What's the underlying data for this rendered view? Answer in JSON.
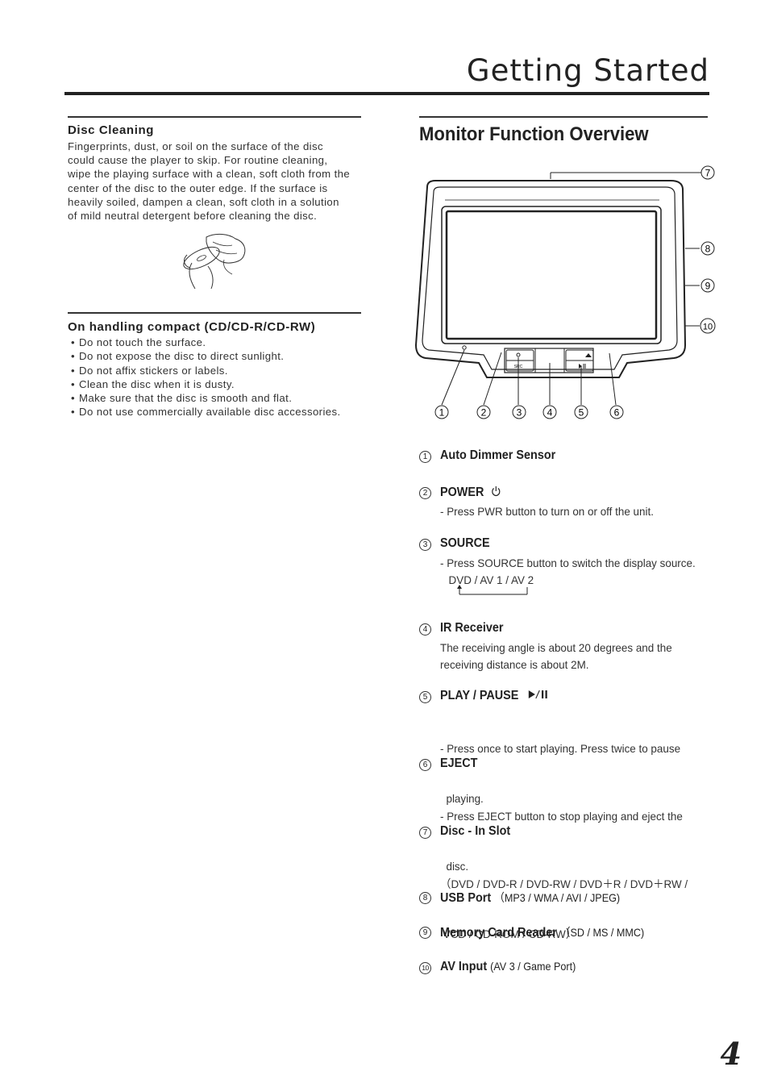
{
  "header": {
    "title": "Getting Started"
  },
  "disc_cleaning": {
    "title": "Disc Cleaning",
    "lines": [
      "Fingerprints, dust, or soil on the surface of the disc",
      "could cause the player to skip. For routine cleaning,",
      "wipe the playing surface with a clean, soft cloth from the",
      "center of the disc to the outer edge. If the surface is",
      "heavily soiled, dampen a clean, soft cloth in a solution",
      "of mild neutral detergent before cleaning the disc."
    ]
  },
  "handling": {
    "title": "On handling compact (CD/CD-R/CD-RW)",
    "bullets": [
      "Do not touch the surface.",
      "Do not expose the disc to direct sunlight.",
      "Do not affix stickers or labels.",
      "Clean the disc when it is dusty.",
      "Make sure that the disc is smooth and flat.",
      "Do not use commercially available disc accessories."
    ]
  },
  "overview": {
    "title": "Monitor Function Overview",
    "diagram": {
      "callouts": [
        "1",
        "2",
        "3",
        "4",
        "5",
        "6",
        "7",
        "8",
        "9",
        "10"
      ],
      "src_label": "SRC"
    },
    "items": [
      {
        "num": "1",
        "title": "Auto Dimmer Sensor"
      },
      {
        "num": "2",
        "title": "POWER",
        "desc": "- Press PWR button to turn on or off the unit."
      },
      {
        "num": "3",
        "title": "SOURCE",
        "desc": "- Press SOURCE button to switch the display source.",
        "cycle": "DVD / AV 1 / AV 2"
      },
      {
        "num": "4",
        "title": "IR Receiver",
        "desc_lines": [
          "The receiving angle is about 20 degrees and the",
          "receiving distance is about 2M."
        ]
      },
      {
        "num": "5",
        "title": "PLAY / PAUSE",
        "desc_lines": [
          "- Press once to start playing. Press twice to pause",
          "  playing."
        ]
      },
      {
        "num": "6",
        "title": "EJECT",
        "desc_lines": [
          "- Press EJECT button to stop playing and eject the",
          "  disc."
        ]
      },
      {
        "num": "7",
        "title": "Disc - In Slot",
        "desc_lines": [
          "（DVD / DVD-R / DVD-RW / DVD＋R / DVD＋RW /",
          " VCD / CD-ROM / CD-RW）"
        ]
      },
      {
        "num": "8",
        "title": "USB Port",
        "note": "（MP3 / WMA / AVI / JPEG)"
      },
      {
        "num": "9",
        "title": "Memory Card Reader",
        "note": "（SD / MS / MMC)"
      },
      {
        "num": "10",
        "title": "AV Input",
        "note": "(AV 3 / Game Port)"
      }
    ]
  },
  "page_number": "4"
}
